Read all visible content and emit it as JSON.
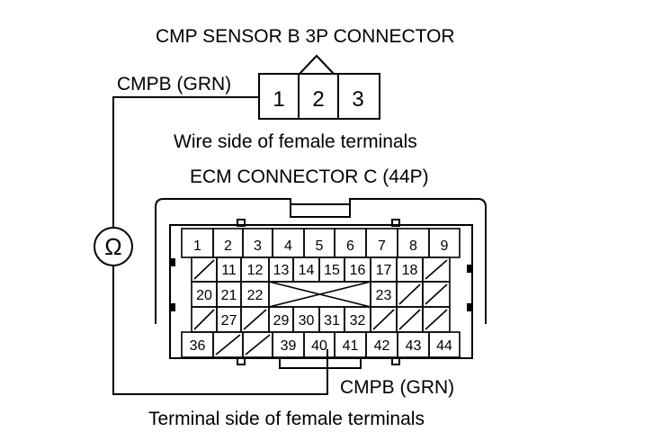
{
  "labels": {
    "cmp_title": "CMP SENSOR B 3P CONNECTOR",
    "cmpb_top": "CMPB (GRN)",
    "wire_side": "Wire side of female terminals",
    "ecm_title": "ECM CONNECTOR C (44P)",
    "cmpb_bottom": "CMPB (GRN)",
    "terminal_side": "Terminal side of female terminals",
    "ohm": "Ω"
  },
  "cmp_pins": [
    "1",
    "2",
    "3"
  ],
  "ecm_rows": [
    [
      "1",
      "2",
      "3",
      "4",
      "5",
      "6",
      "7",
      "8",
      "9"
    ],
    [
      "",
      "11",
      "12",
      "13",
      "14",
      "15",
      "16",
      "17",
      "18",
      ""
    ],
    [
      "20",
      "21",
      "22",
      "",
      "",
      "",
      "",
      "23",
      "",
      ""
    ],
    [
      "",
      "27",
      "",
      "29",
      "30",
      "31",
      "32",
      "",
      "",
      ""
    ],
    [
      "36",
      "",
      "",
      "39",
      "40",
      "41",
      "42",
      "43",
      "44"
    ]
  ]
}
